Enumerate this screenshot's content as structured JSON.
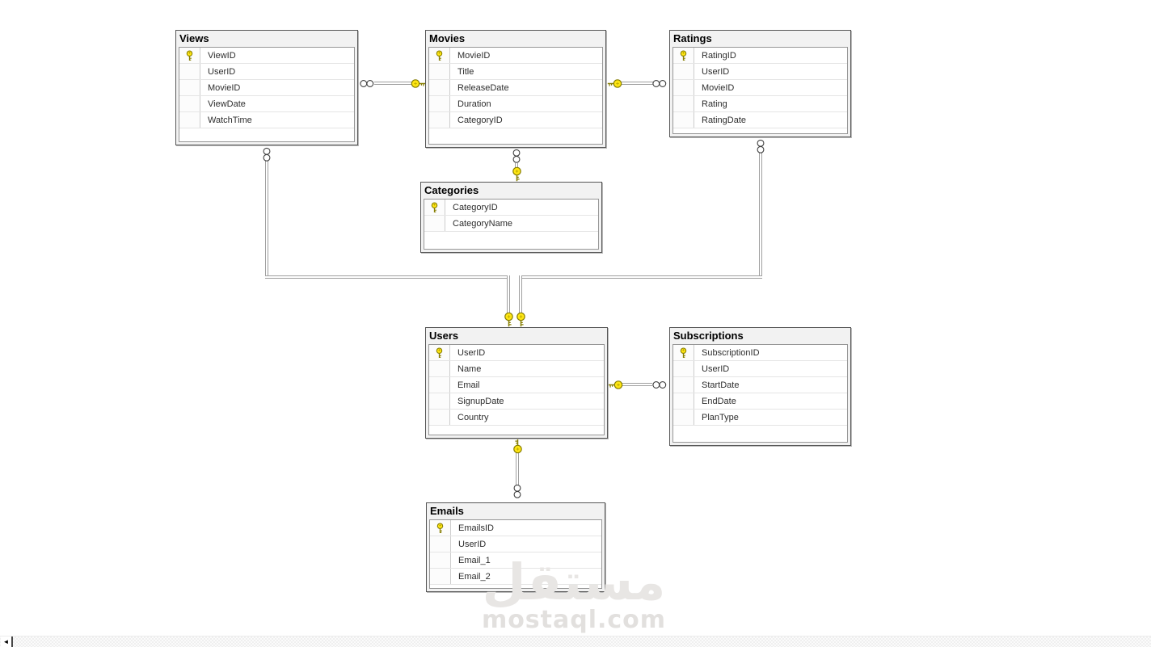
{
  "diagram": {
    "tables": [
      {
        "name": "Views",
        "columns": [
          {
            "name": "ViewID",
            "pk": true
          },
          {
            "name": "UserID",
            "pk": false
          },
          {
            "name": "MovieID",
            "pk": false
          },
          {
            "name": "ViewDate",
            "pk": false
          },
          {
            "name": "WatchTime",
            "pk": false
          }
        ]
      },
      {
        "name": "Movies",
        "columns": [
          {
            "name": "MovieID",
            "pk": true
          },
          {
            "name": "Title",
            "pk": false
          },
          {
            "name": "ReleaseDate",
            "pk": false
          },
          {
            "name": "Duration",
            "pk": false
          },
          {
            "name": "CategoryID",
            "pk": false
          }
        ]
      },
      {
        "name": "Ratings",
        "columns": [
          {
            "name": "RatingID",
            "pk": true
          },
          {
            "name": "UserID",
            "pk": false
          },
          {
            "name": "MovieID",
            "pk": false
          },
          {
            "name": "Rating",
            "pk": false
          },
          {
            "name": "RatingDate",
            "pk": false
          }
        ]
      },
      {
        "name": "Categories",
        "columns": [
          {
            "name": "CategoryID",
            "pk": true
          },
          {
            "name": "CategoryName",
            "pk": false
          }
        ]
      },
      {
        "name": "Users",
        "columns": [
          {
            "name": "UserID",
            "pk": true
          },
          {
            "name": "Name",
            "pk": false
          },
          {
            "name": "Email",
            "pk": false
          },
          {
            "name": "SignupDate",
            "pk": false
          },
          {
            "name": "Country",
            "pk": false
          }
        ]
      },
      {
        "name": "Subscriptions",
        "columns": [
          {
            "name": "SubscriptionID",
            "pk": true
          },
          {
            "name": "UserID",
            "pk": false
          },
          {
            "name": "StartDate",
            "pk": false
          },
          {
            "name": "EndDate",
            "pk": false
          },
          {
            "name": "PlanType",
            "pk": false
          }
        ]
      },
      {
        "name": "Emails",
        "columns": [
          {
            "name": "EmailsID",
            "pk": true
          },
          {
            "name": "UserID",
            "pk": false
          },
          {
            "name": "Email_1",
            "pk": false
          },
          {
            "name": "Email_2",
            "pk": false
          }
        ]
      }
    ],
    "relationships": [
      {
        "one": "Movies",
        "many": "Views"
      },
      {
        "one": "Movies",
        "many": "Ratings"
      },
      {
        "one": "Categories",
        "many": "Movies"
      },
      {
        "one": "Users",
        "many": "Views"
      },
      {
        "one": "Users",
        "many": "Ratings"
      },
      {
        "one": "Users",
        "many": "Subscriptions"
      },
      {
        "one": "Users",
        "many": "Emails"
      }
    ],
    "icons": {
      "primary_key": "key-icon",
      "one_endpoint": "key-icon",
      "many_endpoint": "infinity-icon",
      "scroll_left": "left-arrow-icon"
    }
  },
  "watermark": {
    "logo": "مستقل",
    "site": "mostaql.com"
  },
  "scrollbar": {
    "left_arrow": "◄"
  },
  "colors": {
    "key_yellow": "#ffe613",
    "key_outline": "#867d00",
    "connector_gray": "#9f9f9f",
    "watermark_gray": "#e6e4e2"
  }
}
